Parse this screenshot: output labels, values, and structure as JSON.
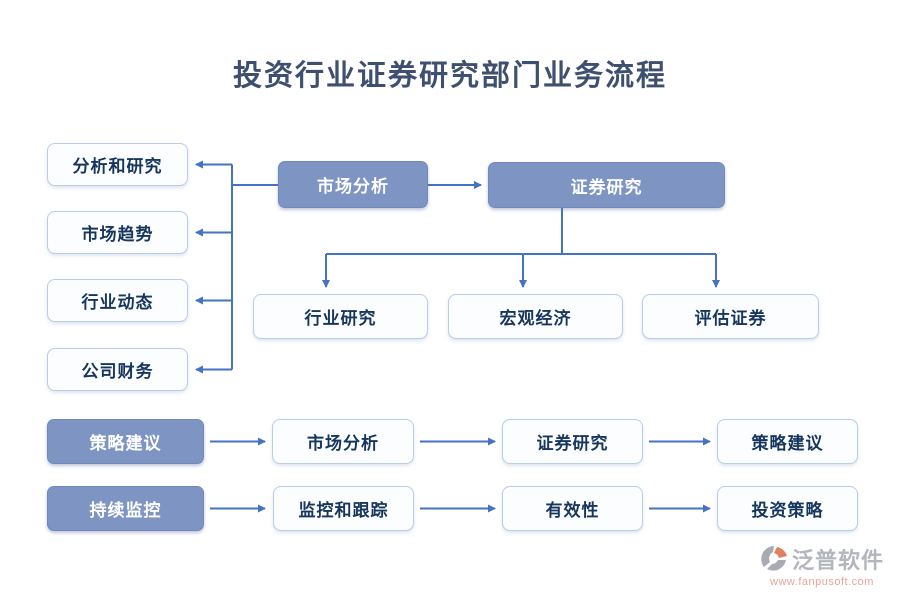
{
  "title": "投资行业证券研究部门业务流程",
  "colors": {
    "title": "#3e4f70",
    "connector": "#4472c4",
    "node_blue_fill": "#7e95c4",
    "node_blue_border": "#7288ba",
    "node_light_fill": "#fbfdff",
    "node_light_border": "#b9cce9",
    "node_text": "#17365d",
    "brand_gray": "#b4b6bf",
    "brand_salmon": "#e8a49b"
  },
  "left_column": {
    "items": [
      {
        "label": "分析和研究"
      },
      {
        "label": "市场趋势"
      },
      {
        "label": "行业动态"
      },
      {
        "label": "公司财务"
      }
    ]
  },
  "top_flow": {
    "market_analysis": "市场分析",
    "securities_research": "证券研究"
  },
  "research_row": {
    "items": [
      {
        "label": "行业研究"
      },
      {
        "label": "宏观经济"
      },
      {
        "label": "评估证券"
      }
    ]
  },
  "strategy_row": {
    "lead": "策略建议",
    "steps": [
      {
        "label": "市场分析"
      },
      {
        "label": "证券研究"
      },
      {
        "label": "策略建议"
      }
    ]
  },
  "monitoring_row": {
    "lead": "持续监控",
    "steps": [
      {
        "label": "监控和跟踪"
      },
      {
        "label": "有效性"
      },
      {
        "label": "投资策略"
      }
    ]
  },
  "footer": {
    "brand": "泛普软件",
    "url": "www.fanpusoft.com"
  }
}
